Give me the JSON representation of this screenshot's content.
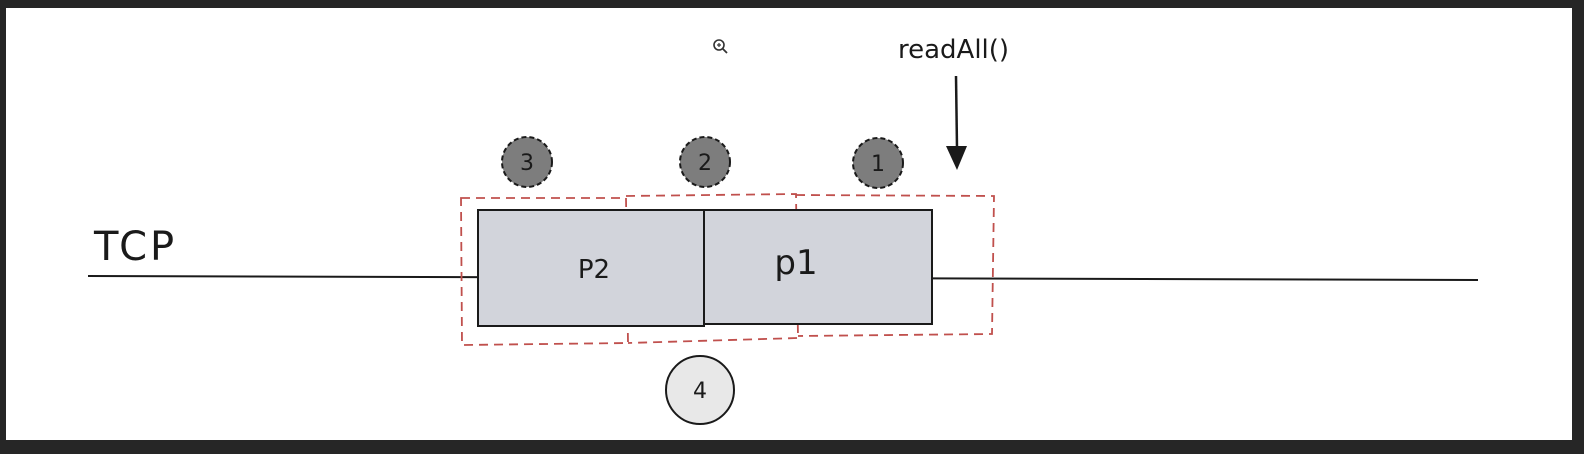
{
  "diagram": {
    "line_label": "TCP",
    "packets": [
      {
        "id": "p2",
        "label": "P2"
      },
      {
        "id": "p1",
        "label": "p1"
      }
    ],
    "call_label": "readAll()",
    "markers": [
      {
        "id": "m1",
        "label": "1",
        "style": "filled"
      },
      {
        "id": "m2",
        "label": "2",
        "style": "filled"
      },
      {
        "id": "m3",
        "label": "3",
        "style": "filled"
      },
      {
        "id": "m4",
        "label": "4",
        "style": "outline"
      }
    ],
    "colors": {
      "packet_fill": "#d2d4db",
      "stroke": "#1a1a1a",
      "dash": "#c0504d",
      "marker_fill": "#7d7d7d",
      "marker_outline_fill": "#e8e8e8"
    },
    "zoom_icon": "magnifier-icon"
  }
}
